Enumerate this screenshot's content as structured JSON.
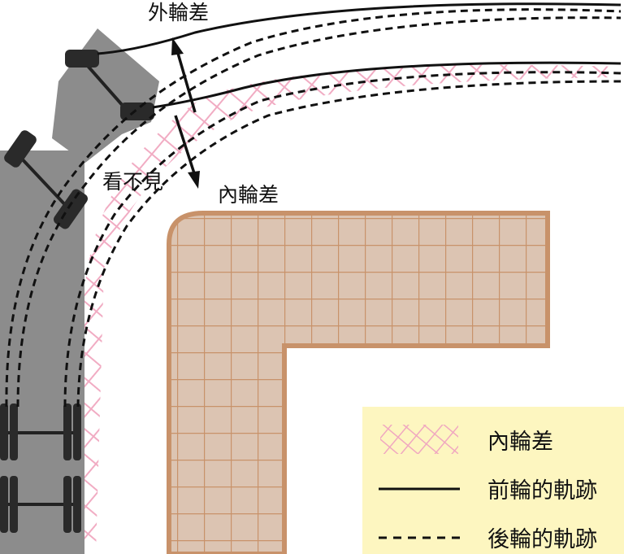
{
  "labels": {
    "outer_diff": "外輪差",
    "inner_diff": "內輪差",
    "blind_spot": "看不見"
  },
  "legend": {
    "items": [
      {
        "label": "內輪差",
        "symbol": "crosshatch-swatch"
      },
      {
        "label": "前輪的軌跡",
        "symbol": "solid-line"
      },
      {
        "label": "後輪的軌跡",
        "symbol": "dashed-line"
      }
    ]
  },
  "colors": {
    "truck_body": "#8c8c8c",
    "tire": "#2a2a2a",
    "inner_diff_hatch": "#f0a8c0",
    "sidewalk_fill": "#dcc4b2",
    "sidewalk_line": "#c8926a",
    "legend_bg": "#fdf6c0",
    "track_line": "#111111"
  },
  "icons": {
    "truck": "truck-topdown-icon",
    "arrow": "double-arrow-icon"
  }
}
